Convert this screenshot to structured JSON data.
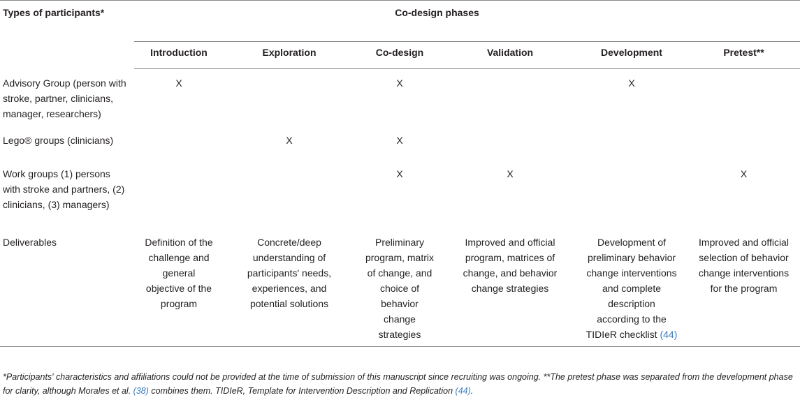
{
  "header": {
    "types_label": "Types of participants*",
    "phases_label": "Co-design phases",
    "phases": [
      "Introduction",
      "Exploration",
      "Co-design",
      "Validation",
      "Development",
      "Pretest**"
    ]
  },
  "rows": [
    {
      "label": "Advisory Group (person with stroke, partner, clinicians, manager, researchers)",
      "cells": [
        "X",
        "",
        "X",
        "",
        "X",
        ""
      ]
    },
    {
      "label": "Lego® groups (clinicians)",
      "cells": [
        "",
        "X",
        "X",
        "",
        "",
        ""
      ]
    },
    {
      "label": "Work groups (1) persons with stroke and partners, (2) clinicians, (3) managers)",
      "cells": [
        "",
        "",
        "X",
        "X",
        "",
        "X"
      ]
    }
  ],
  "deliverables": {
    "label": "Deliverables",
    "cells": [
      "Definition of the challenge and general objective of the program",
      "Concrete/deep understanding of participants' needs, experiences, and potential solutions",
      "Preliminary program, matrix of change, and choice of behavior change strategies",
      "Improved and official program, matrices of change, and behavior change strategies",
      "Development of preliminary behavior change interventions and complete description according to the TIDIeR checklist",
      "Improved and official selection of behavior change interventions for the program"
    ],
    "dev_ref": "(44)"
  },
  "footnote": {
    "part1": "*Participants' characteristics and affiliations could not be provided at the time of submission of this manuscript since recruiting was ongoing. **The pretest phase was separated from the development phase for clarity, although Morales et al. ",
    "ref1": "(38)",
    "part2": " combines them. TIDIeR, Template for Intervention Description and Replication ",
    "ref2": "(44)",
    "part3": "."
  }
}
